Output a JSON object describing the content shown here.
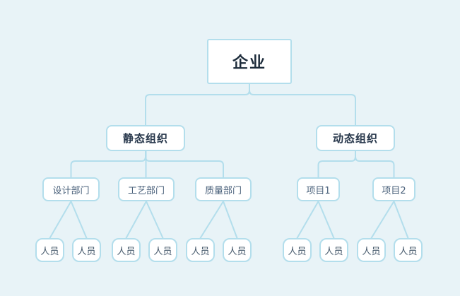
{
  "nodes": {
    "enterprise": "企业",
    "static_org": "静态组织",
    "dynamic_org": "动态组织",
    "design_dept": "设计部门",
    "process_dept": "工艺部门",
    "quality_dept": "质量部门",
    "project_1": "项目1",
    "project_2": "项目2",
    "person": "人员"
  },
  "hierarchy": {
    "label": "企业",
    "children": [
      {
        "label": "静态组织",
        "children": [
          {
            "label": "设计部门",
            "children": [
              {
                "label": "人员"
              },
              {
                "label": "人员"
              }
            ]
          },
          {
            "label": "工艺部门",
            "children": [
              {
                "label": "人员"
              },
              {
                "label": "人员"
              }
            ]
          },
          {
            "label": "质量部门",
            "children": [
              {
                "label": "人员"
              },
              {
                "label": "人员"
              }
            ]
          }
        ]
      },
      {
        "label": "动态组织",
        "children": [
          {
            "label": "项目1",
            "children": [
              {
                "label": "人员"
              },
              {
                "label": "人员"
              }
            ]
          },
          {
            "label": "项目2",
            "children": [
              {
                "label": "人员"
              },
              {
                "label": "人员"
              }
            ]
          }
        ]
      }
    ]
  },
  "colors": {
    "background": "#e8f3f7",
    "node_fill": "#ffffff",
    "node_border": "#b3deec",
    "connector": "#b3deec",
    "root_text": "#1c2b3a",
    "branch_text": "#27374b",
    "leaf_text": "#45586b"
  }
}
